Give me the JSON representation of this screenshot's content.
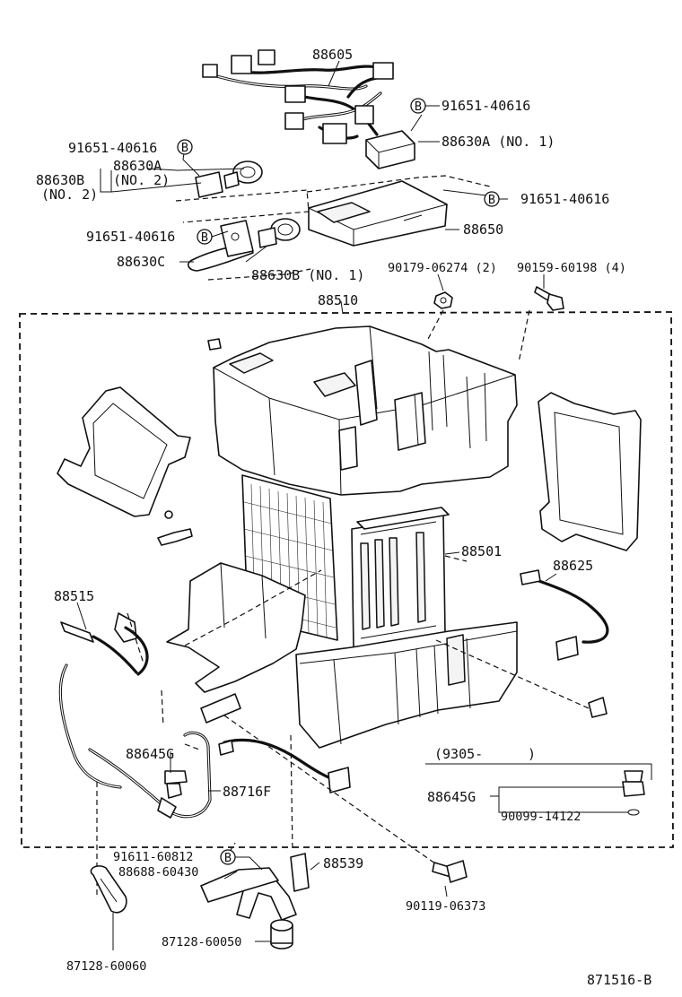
{
  "diagram_id": "871516-B",
  "colors": {
    "ink": "#111111",
    "paper": "#ffffff"
  },
  "clip_symbol": "B",
  "labels": {
    "p88605": "88605",
    "p91651_top": "91651-40616",
    "p88630A_no1": "88630A (NO. 1)",
    "p91651_left1": "91651-40616",
    "p88630A": "88630A",
    "p88630A_no2": "(NO. 2)",
    "p88630B": "88630B",
    "p88630B_no2": "(NO. 2)",
    "p91651_right": "91651-40616",
    "p91651_left2": "91651-40616",
    "p88650": "88650",
    "p88630C": "88630C",
    "p88630B_no1": "88630B (NO. 1)",
    "p90179": "90179-06274 (2)",
    "p90159": "90159-60198 (4)",
    "p88510": "88510",
    "p88501": "88501",
    "p88625": "88625",
    "p88515": "88515",
    "p88645G_left": "88645G",
    "p88716F": "88716F",
    "serial_from": "(9305-",
    "serial_to": ")",
    "p88645G_right": "88645G",
    "p90099": "90099-14122",
    "p91611": "91611-60812",
    "p88688": "88688-60430",
    "p88539": "88539",
    "p90119": "90119-06373",
    "p87128_50": "87128-60050",
    "p87128_60": "87128-60060"
  }
}
